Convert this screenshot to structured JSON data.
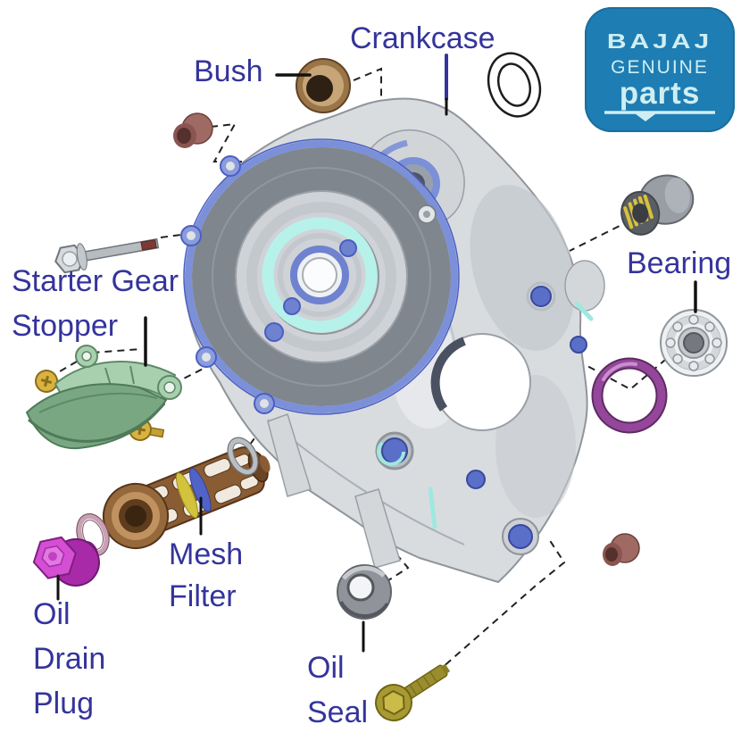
{
  "labels": {
    "crankcase": "Crankcase",
    "bush": "Bush",
    "bearing": "Bearing",
    "starter_gear_stopper_line1": "Starter Gear",
    "starter_gear_stopper_line2": "Stopper",
    "mesh_filter_line1": "Mesh",
    "mesh_filter_line2": "Filter",
    "oil_drain_plug_line1": "Oil",
    "oil_drain_plug_line2": "Drain",
    "oil_drain_plug_line3": "Plug",
    "oil_seal_line1": "Oil",
    "oil_seal_line2": "Seal"
  },
  "logo": {
    "brand": "BAJAJ",
    "line2": "GENUINE",
    "line3": "parts"
  },
  "illustrated_parts": [
    "crankcase-casting",
    "bush-bronze",
    "bush-maroon-top",
    "bush-maroon-bottom",
    "washer-outline",
    "long-bolt",
    "gold-screw-1",
    "gold-screw-2",
    "starter-gear-stopper-plate",
    "mesh-filter-cartridge",
    "pink-sealing-ring",
    "snap-ring",
    "oil-drain-plug-magenta",
    "oil-seal-gray",
    "gold-flange-bolt",
    "needle-bearing",
    "ball-bearing",
    "purple-seal-ring"
  ],
  "colors": {
    "label_text": "#34349c",
    "logo_background": "#1e7db3",
    "logo_text": "#cfeef2",
    "crankcase_gasket_blue": "#7b90d8",
    "crankcase_accent_cyan": "#b6f2ea",
    "bush_bronze": "#9a7547",
    "bush_maroon": "#a06a64",
    "stopper_green": "#79a782",
    "screw_gold": "#d9b33f",
    "mesh_filter_brown": "#8a5c33",
    "oil_drain_plug_magenta": "#d44fd4",
    "oil_seal_gray": "#90949a",
    "seal_ring_purple": "#94479a",
    "flange_bolt_olive": "#a89a33"
  }
}
